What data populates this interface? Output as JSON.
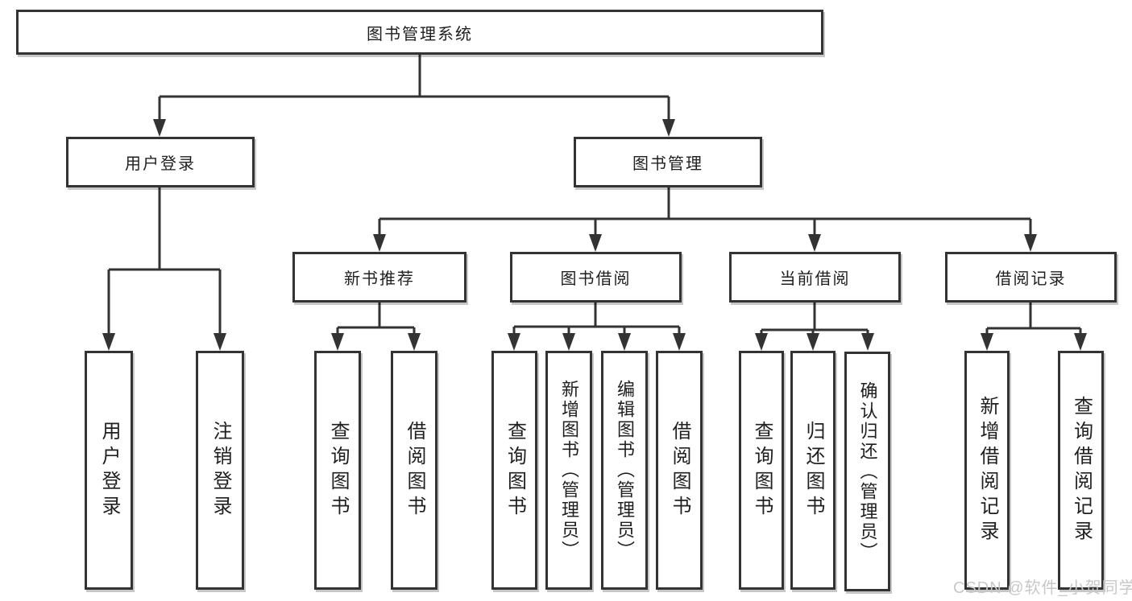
{
  "colors": {
    "line": "#333333",
    "text": "#1f1f1f",
    "background": "#ffffff",
    "watermark": "#c8c8c8"
  },
  "watermark": "CSDN @软件_小贺同学",
  "tree": {
    "root": {
      "label": "图书管理系统",
      "children": [
        {
          "label": "用户登录",
          "children": [
            {
              "label": "用户登录"
            },
            {
              "label": "注销登录"
            }
          ]
        },
        {
          "label": "图书管理",
          "children": [
            {
              "label": "新书推荐",
              "children": [
                {
                  "label": "查询图书"
                },
                {
                  "label": "借阅图书"
                }
              ]
            },
            {
              "label": "图书借阅",
              "children": [
                {
                  "label": "查询图书"
                },
                {
                  "label": "新增图书（管理员）"
                },
                {
                  "label": "编辑图书（管理员）"
                },
                {
                  "label": "借阅图书"
                }
              ]
            },
            {
              "label": "当前借阅",
              "children": [
                {
                  "label": "查询图书"
                },
                {
                  "label": "归还图书"
                },
                {
                  "label": "确认归还（管理员）"
                }
              ]
            },
            {
              "label": "借阅记录",
              "children": [
                {
                  "label": "新增借阅记录"
                },
                {
                  "label": "查询借阅记录"
                }
              ]
            }
          ]
        }
      ]
    }
  }
}
